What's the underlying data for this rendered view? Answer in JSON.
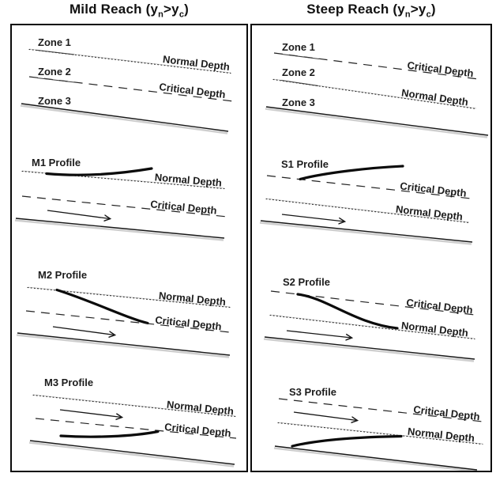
{
  "colors": {
    "background": "#ffffff",
    "ink": "#1c1c1c",
    "border": "#0a0a0a",
    "dashed_line": "#222222",
    "dotted_line": "#2a2a2a",
    "faint_line": "#bdbdbd",
    "bed_shadow": "#9e9e9e"
  },
  "titles": {
    "mild": {
      "pre": "Mild Reach (y",
      "sub_n": "n",
      "mid": ">y",
      "sub_c": "c",
      "post": ")"
    },
    "steep": {
      "pre": "Steep Reach (y",
      "sub_n": "n",
      "mid": ">y",
      "sub_c": "c",
      "post": ")"
    }
  },
  "mild": {
    "zones": {
      "zone1": "Zone 1",
      "zone2": "Zone 2",
      "zone3": "Zone 3",
      "upper": "Normal Depth",
      "lower": "Critical Depth"
    },
    "p1": {
      "label": "M1 Profile",
      "upper": "Normal Depth",
      "lower": "Critical Depth"
    },
    "p2": {
      "label": "M2 Profile",
      "upper": "Normal Depth",
      "lower": "Critical Depth"
    },
    "p3": {
      "label": "M3 Profile",
      "upper": "Normal Depth",
      "lower": "Critical Depth"
    }
  },
  "steep": {
    "zones": {
      "zone1": "Zone 1",
      "zone2": "Zone 2",
      "zone3": "Zone 3",
      "upper": "Critical Depth",
      "lower": "Normal Depth"
    },
    "p1": {
      "label": "S1 Profile",
      "upper": "Critical Depth",
      "lower": "Normal Depth"
    },
    "p2": {
      "label": "S2 Profile",
      "upper": "Critical Depth",
      "lower": "Normal Depth"
    },
    "p3": {
      "label": "S3 Profile",
      "upper": "Critical Depth",
      "lower": "Normal Depth"
    }
  }
}
